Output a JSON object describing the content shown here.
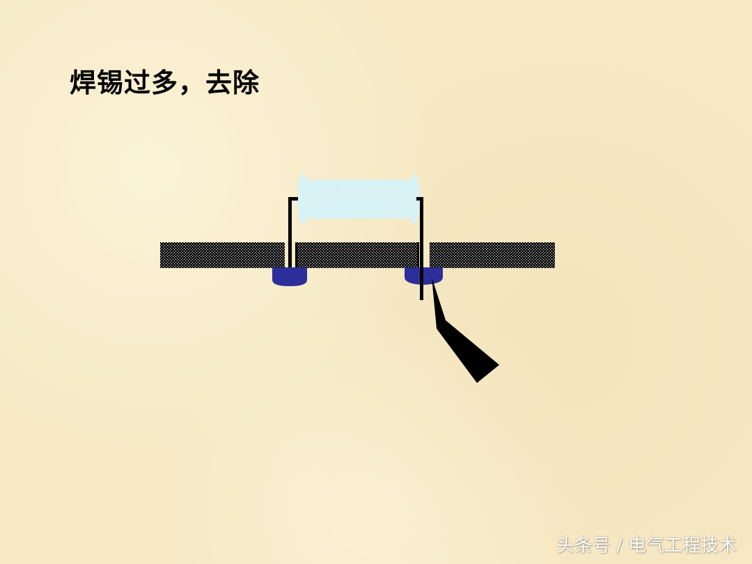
{
  "slide": {
    "title": "焊锡过多，去除"
  },
  "watermark": {
    "text": "头条号 / 电气工程技术"
  },
  "diagram": {
    "parts": [
      "circuit-board",
      "resistor-body",
      "resistor-leads",
      "solder-joints",
      "soldering-iron"
    ],
    "colors": {
      "board": "#000000",
      "resistor": "#aee3ea",
      "solder": "#2e2e9a",
      "iron": "#000000",
      "background": "#f6e9c4"
    }
  }
}
